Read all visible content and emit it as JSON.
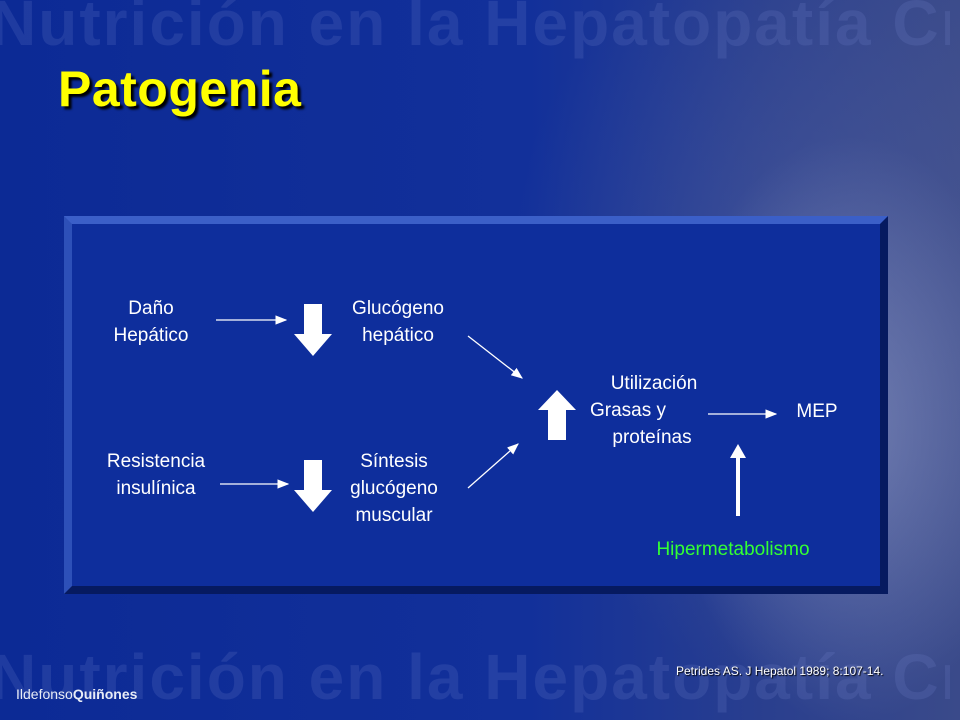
{
  "slide": {
    "watermark": "Nutrición en la Hepatopatía Crónica",
    "title": "Patogenia",
    "citation": "Petrides AS. J Hepatol 1989; 8:107-14.",
    "logo_first": "Ildefonso",
    "logo_last": "Quiñones"
  },
  "diagram": {
    "nodes": {
      "dano": [
        "Daño",
        "Hepático"
      ],
      "glucogeno": [
        "Glucógeno",
        "hepático"
      ],
      "resistencia": [
        "Resistencia",
        "insulínica"
      ],
      "sintesis": [
        "Síntesis",
        "glucógeno",
        "muscular"
      ],
      "utilizacion": [
        "Utilización",
        "Grasas y",
        "proteínas"
      ],
      "mep": [
        "MEP"
      ],
      "hipermetabolismo": [
        "Hipermetabolismo"
      ]
    }
  },
  "colors": {
    "title": "#ffff00",
    "node_text": "#ffffff",
    "hipermetabolismo_text": "#33ff33",
    "panel": "#0e2e9c"
  }
}
